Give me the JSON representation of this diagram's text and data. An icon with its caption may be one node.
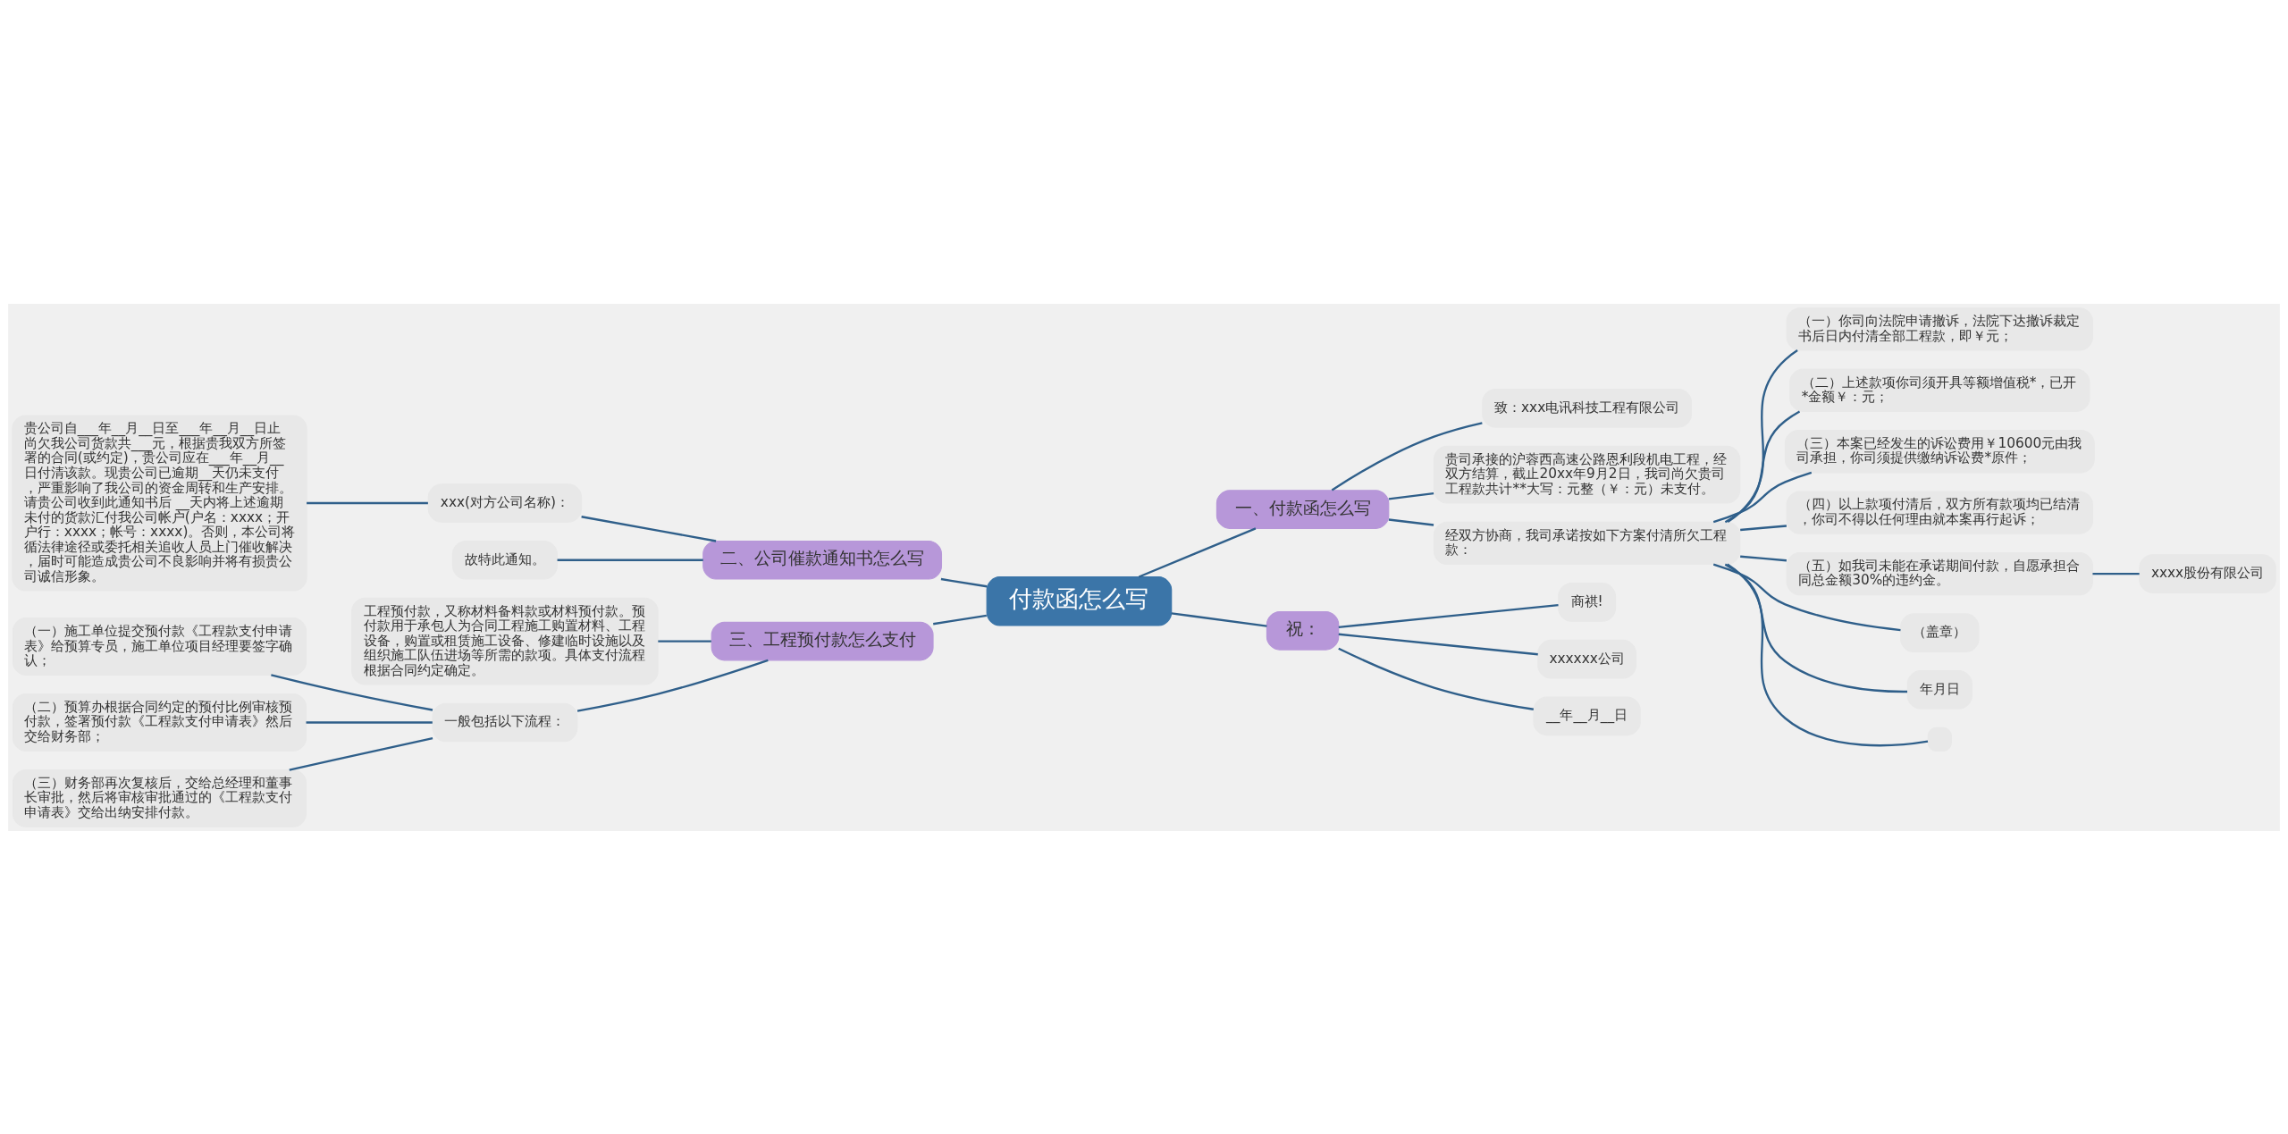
{
  "diagram": {
    "nodes": [
      {
        "text": [
          "付款函怎么写"
        ]
      },
      {
        "text": [
          "一、付款函怎么写"
        ]
      },
      {
        "text": [
          "致：xxx电讯科技工程有限公司"
        ]
      },
      {
        "text": [
          "贵司承接的沪蓉西高速公路恩利段机电工程，经双方结算，截止20xx年9月2日，我司尚欠贵司工程款共计**大写：元整（￥：元）未支付。"
        ]
      },
      {
        "text": [
          "经双方协商，我司承诺按如下方案付清所欠工程款："
        ]
      },
      {
        "text": [
          "（一）你司向法院申请撤诉，法院下达撤诉裁定书后日内付清全部工程款，即￥元；"
        ]
      },
      {
        "text": [
          "（二）上述款项你司须开具等额增值税*，已开*金额￥：元；"
        ]
      },
      {
        "text": [
          "（三）本案已经发生的诉讼费用￥10600元由我司承担，你司须提供缴纳诉讼费*原件；"
        ]
      },
      {
        "text": [
          "（四）以上款项付清后，双方所有款项均已结清，你司不得以任何理由就本案再行起诉；"
        ]
      },
      {
        "text": [
          "（五）如我司未能在承诺期间付款，自愿承担合同总金额30%的违约金。"
        ]
      },
      {
        "text": [
          "xxxx股份有限公司"
        ]
      },
      {
        "text": [
          "（盖章）"
        ]
      },
      {
        "text": [
          "年月日"
        ]
      },
      {
        "text": [],
        "shape": "box"
      },
      {
        "text": [
          "二、公司催款通知书怎么写"
        ]
      },
      {
        "text": [
          "xxx(对方公司名称)："
        ]
      },
      {
        "text": [
          "贵公司自___年__月__日至___年__月__日止尚欠我公司货款共___元，根据贵我双方所签署的合同(或约定)，贵公司应在___年__月__日付清该款。现贵公司已逾期__天仍未支付，严重影响了我公司的资金周转和生产安排。请贵公司收到此通知书后 __天内将上述逾期未付的货款汇付我公司帐户(户名：xxxx；开户行：xxxx；帐号：xxxx)。否则，本公司将循法律途径或委托相关追收人员上门催收解决，届时可能造成贵公司不良影响并将有损贵公司诚信形象。"
        ]
      },
      {
        "text": [
          "故特此通知。"
        ]
      },
      {
        "text": [
          "三、工程预付款怎么支付"
        ]
      },
      {
        "text": [
          "工程预付款，又称材料备料款或材料预付款。预付款用于承包人为合同工程施工购置材料、工程设备，购置或租赁施工设备、修建临时设施以及组织施工队伍进场等所需的款项。具体支付流程根据合同约定确定。"
        ]
      },
      {
        "text": [
          "一般包括以下流程："
        ]
      },
      {
        "text": [
          "（一）施工单位提交预付款《工程款支付申请表》给预算专员，施工单位项目经理要签字确认；"
        ]
      },
      {
        "text": [
          "（二）预算办根据合同约定的预付比例审核预付款，签署预付款《工程款支付申请表》然后交给财务部；"
        ]
      },
      {
        "text": [
          "（三）财务部再次复核后，交给总经理和董事长审批，然后将审核审批通过的《工程款支付申请表》交给出纳安排付款。"
        ]
      },
      {
        "text": [
          "祝："
        ]
      },
      {
        "text": [
          "商祺!"
        ]
      },
      {
        "text": [
          "xxxxxx公司"
        ]
      },
      {
        "text": [
          "__年__月__日"
        ]
      }
    ],
    "edges": [
      {
        "from": 0,
        "to": 1,
        "arrow": "none"
      },
      {
        "from": 1,
        "to": 2,
        "arrow": "none"
      },
      {
        "from": 1,
        "to": 3,
        "arrow": "none"
      },
      {
        "from": 1,
        "to": 4,
        "arrow": "none"
      },
      {
        "from": 4,
        "to": 5,
        "arrow": "none"
      },
      {
        "from": 4,
        "to": 6,
        "arrow": "none"
      },
      {
        "from": 4,
        "to": 7,
        "arrow": "none"
      },
      {
        "from": 4,
        "to": 8,
        "arrow": "none"
      },
      {
        "from": 4,
        "to": 9,
        "arrow": "none"
      },
      {
        "from": 9,
        "to": 10,
        "arrow": "none"
      },
      {
        "from": 4,
        "to": 11,
        "arrow": "none"
      },
      {
        "from": 4,
        "to": 12,
        "arrow": "none"
      },
      {
        "from": 4,
        "to": 13,
        "arrow": "none"
      },
      {
        "from": 0,
        "to": 14,
        "arrow": "none"
      },
      {
        "from": 14,
        "to": 15,
        "arrow": "none"
      },
      {
        "from": 15,
        "to": 16,
        "arrow": "none"
      },
      {
        "from": 14,
        "to": 17,
        "arrow": "none"
      },
      {
        "from": 0,
        "to": 18,
        "arrow": "none"
      },
      {
        "from": 18,
        "to": 19,
        "arrow": "none"
      },
      {
        "from": 18,
        "to": 20,
        "arrow": "none"
      },
      {
        "from": 20,
        "to": 21,
        "arrow": "none"
      },
      {
        "from": 20,
        "to": 22,
        "arrow": "none"
      },
      {
        "from": 20,
        "to": 23,
        "arrow": "none"
      },
      {
        "from": 0,
        "to": 24,
        "arrow": "none"
      },
      {
        "from": 24,
        "to": 25,
        "arrow": "none"
      },
      {
        "from": 24,
        "to": 26,
        "arrow": "none"
      },
      {
        "from": 24,
        "to": 27,
        "arrow": "none"
      }
    ]
  }
}
